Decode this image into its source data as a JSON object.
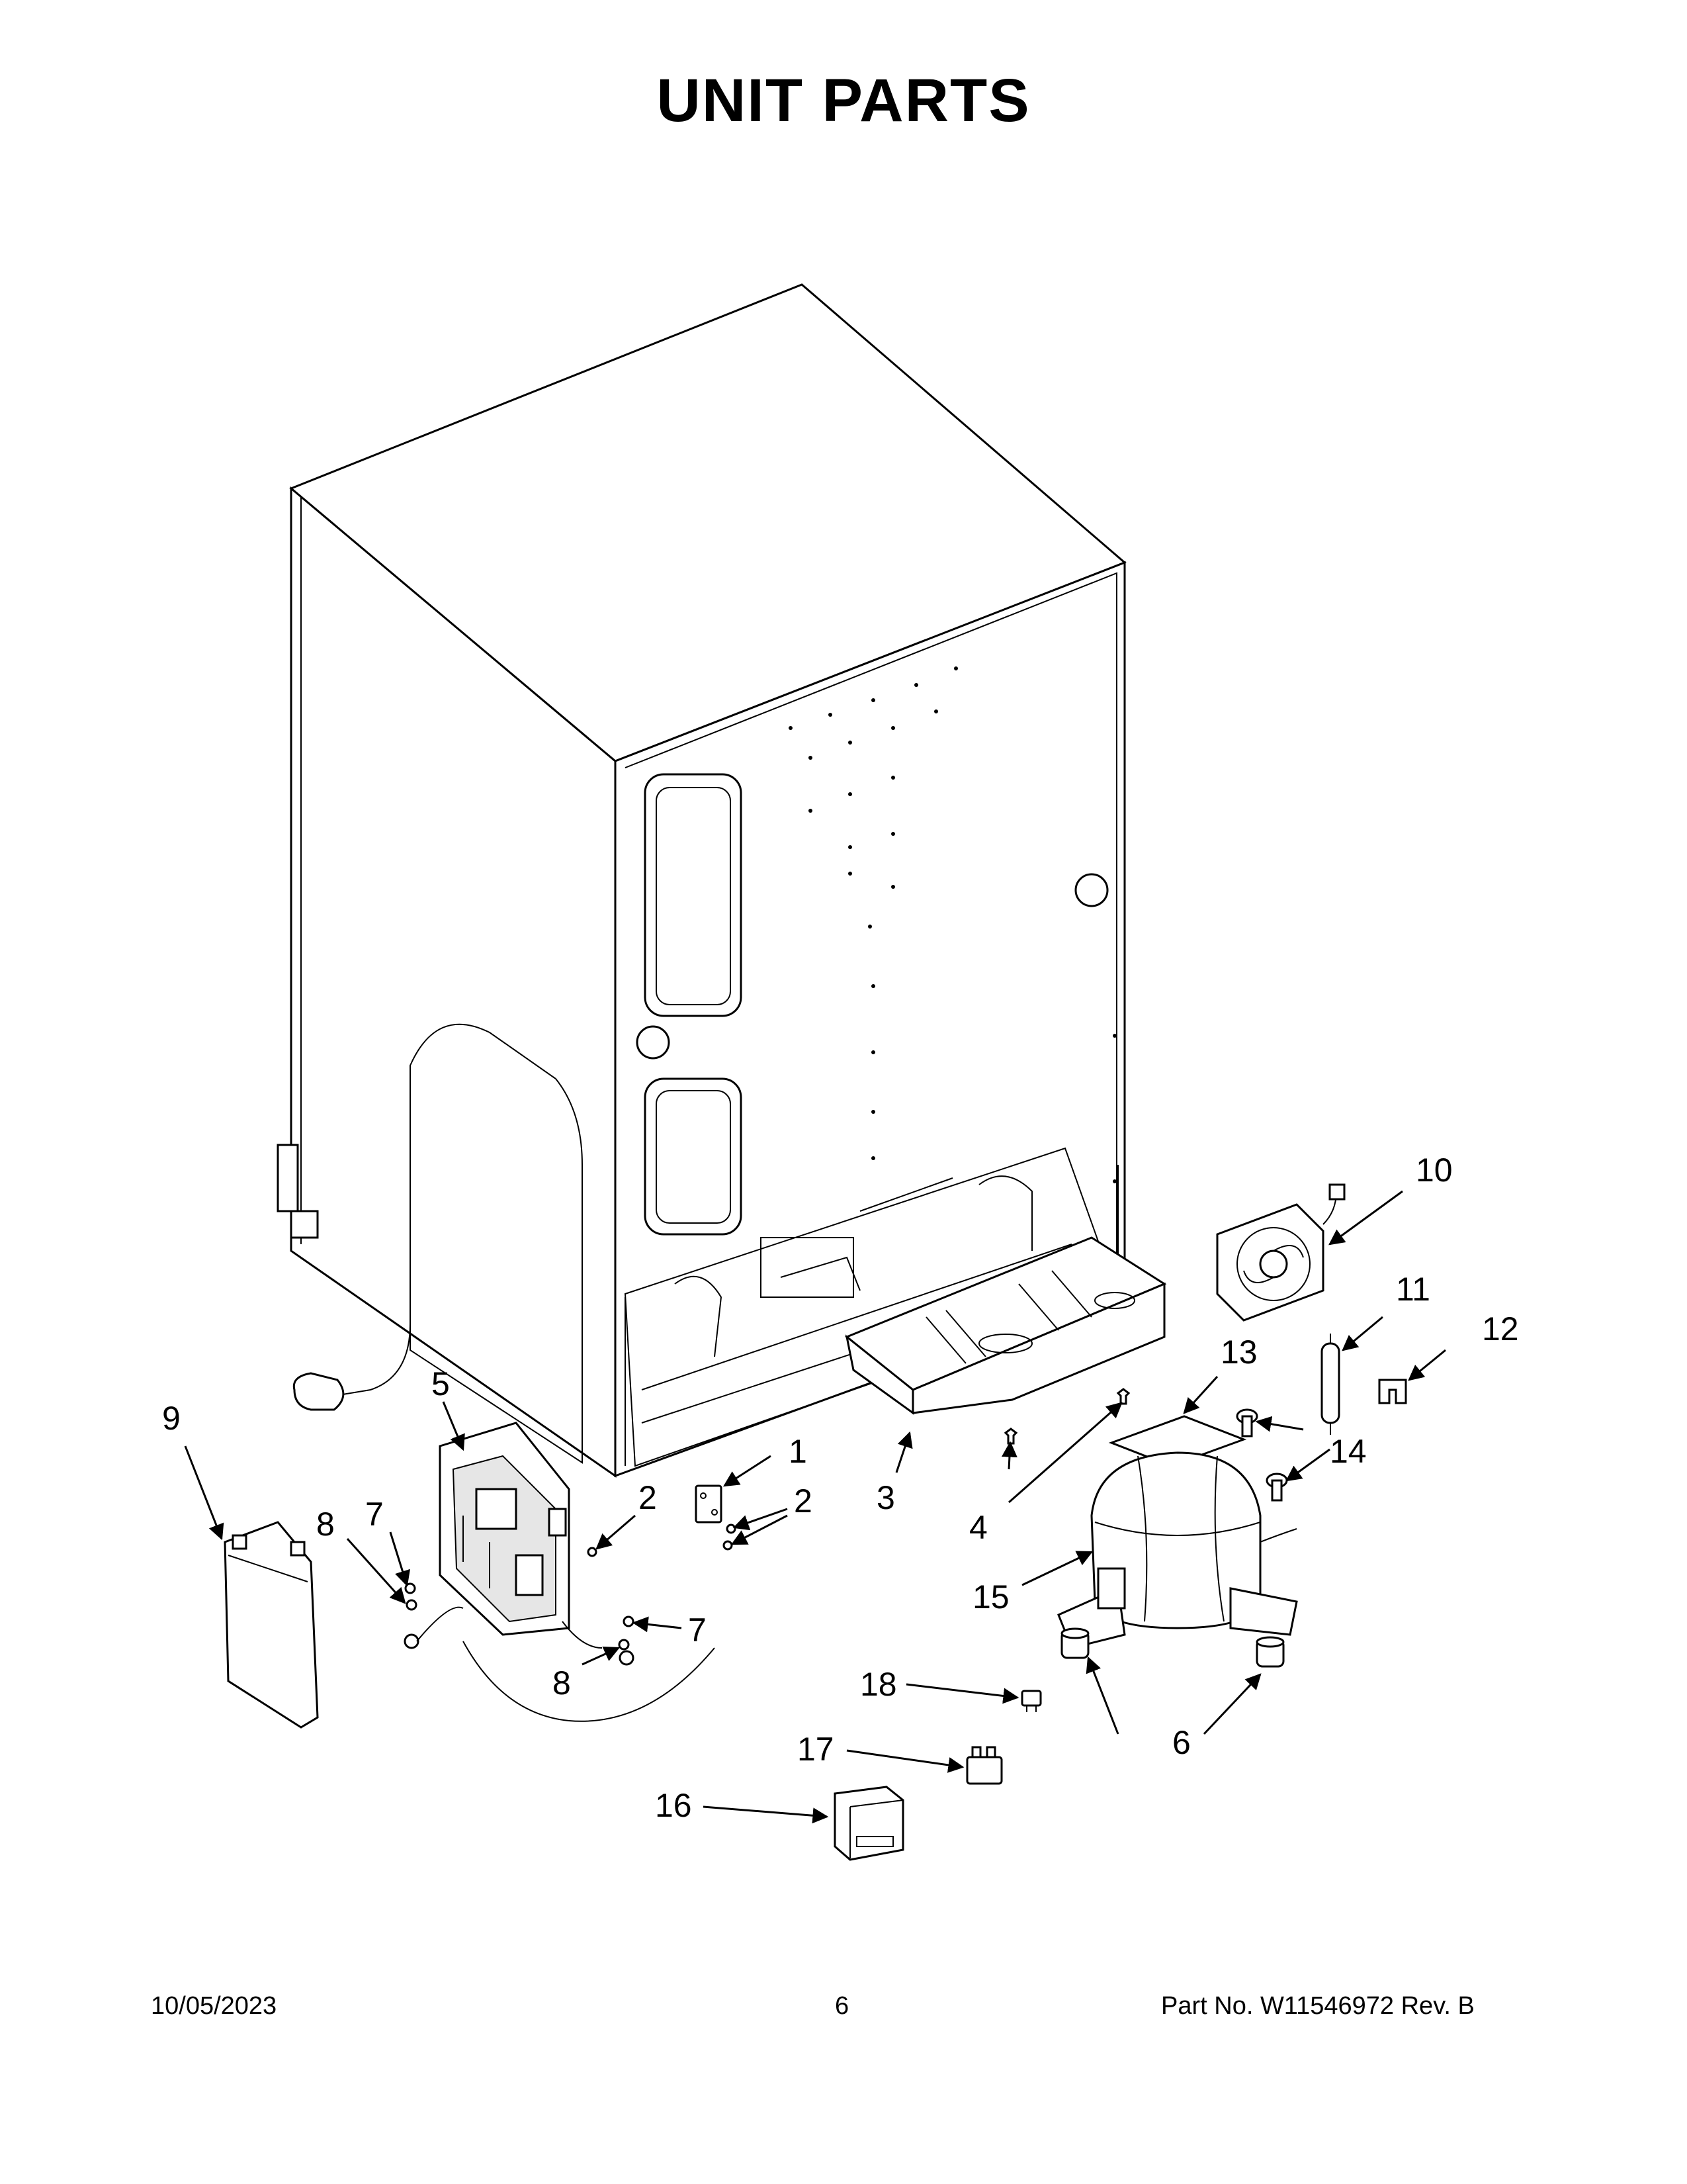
{
  "title": "UNIT PARTS",
  "footer": {
    "date": "10/05/2023",
    "page": "6",
    "part_no": "Part No.  W11546972  Rev.  B"
  },
  "callouts": [
    {
      "id": "c1",
      "label": "1"
    },
    {
      "id": "c2a",
      "label": "2"
    },
    {
      "id": "c2b",
      "label": "2"
    },
    {
      "id": "c3",
      "label": "3"
    },
    {
      "id": "c4",
      "label": "4"
    },
    {
      "id": "c5",
      "label": "5"
    },
    {
      "id": "c6",
      "label": "6"
    },
    {
      "id": "c7a",
      "label": "7"
    },
    {
      "id": "c7b",
      "label": "7"
    },
    {
      "id": "c8a",
      "label": "8"
    },
    {
      "id": "c8b",
      "label": "8"
    },
    {
      "id": "c9",
      "label": "9"
    },
    {
      "id": "c10",
      "label": "10"
    },
    {
      "id": "c11",
      "label": "11"
    },
    {
      "id": "c12",
      "label": "12"
    },
    {
      "id": "c13",
      "label": "13"
    },
    {
      "id": "c14",
      "label": "14"
    },
    {
      "id": "c15",
      "label": "15"
    },
    {
      "id": "c16",
      "label": "16"
    },
    {
      "id": "c17",
      "label": "17"
    },
    {
      "id": "c18",
      "label": "18"
    }
  ]
}
